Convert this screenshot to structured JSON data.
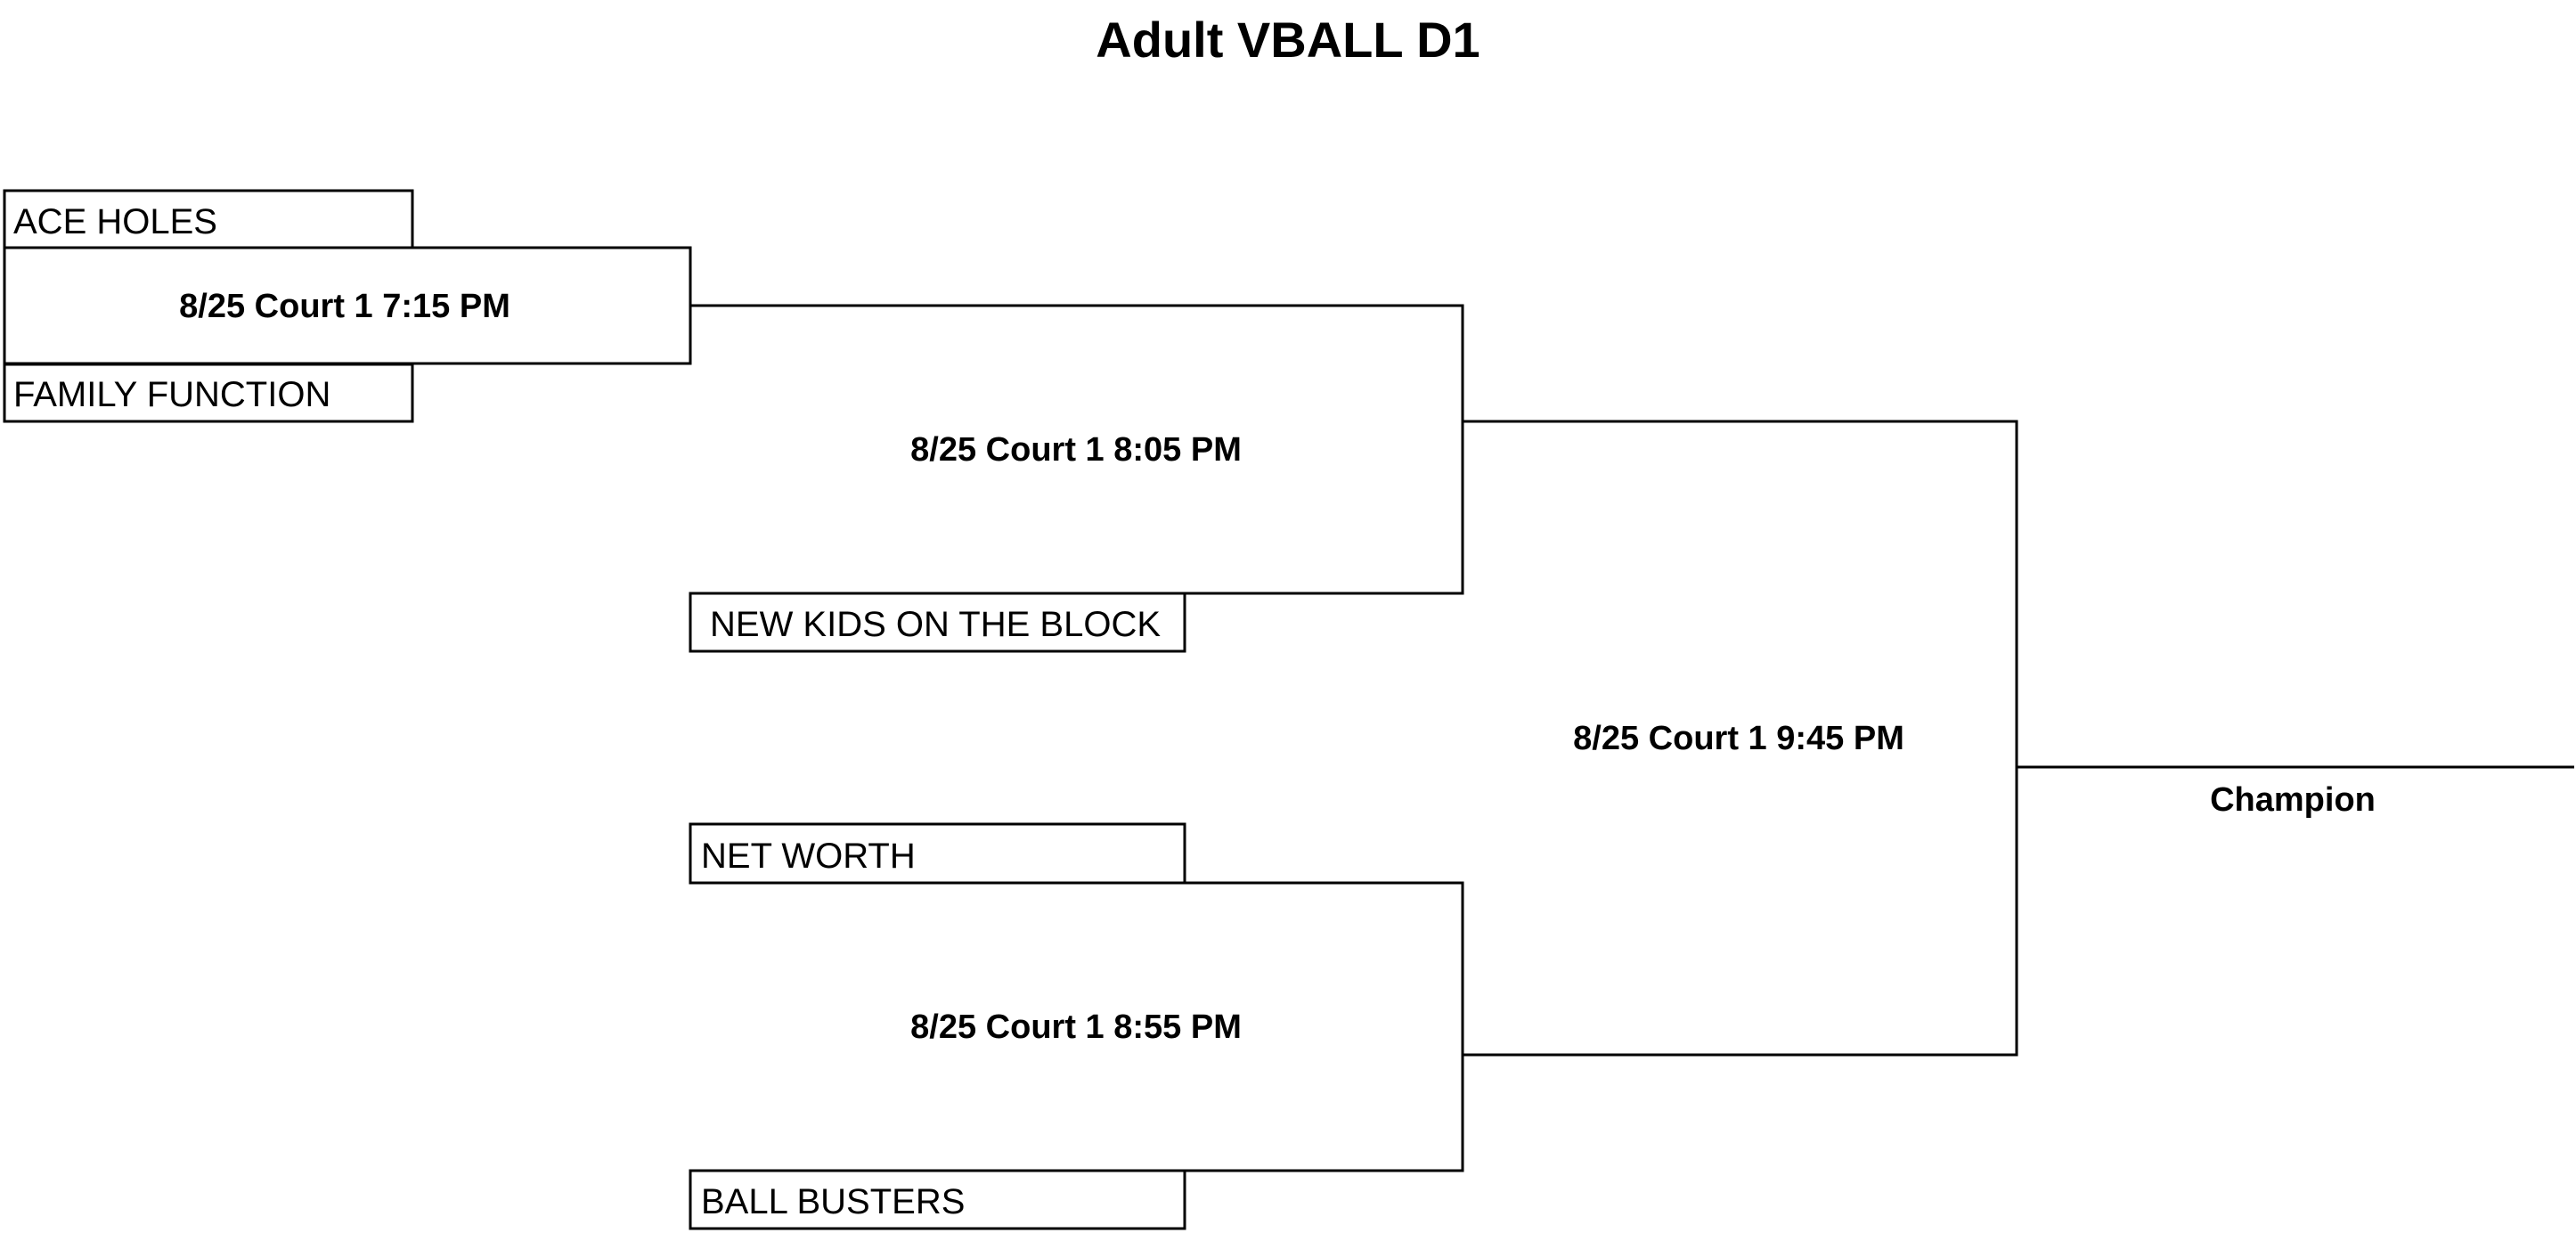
{
  "title": "Adult VBALL D1",
  "teams": {
    "ace_holes": "ACE HOLES",
    "family_function": "FAMILY FUNCTION",
    "new_kids": "NEW KIDS ON THE BLOCK",
    "net_worth": "NET WORTH",
    "ball_busters": "BALL BUSTERS"
  },
  "games": {
    "game1": "8/25 Court 1 7:15 PM",
    "game2": "8/25 Court 1 8:05 PM",
    "game3": "8/25 Court 1 8:55 PM",
    "final": "8/25 Court 1 9:45 PM"
  },
  "champion_label": "Champion"
}
